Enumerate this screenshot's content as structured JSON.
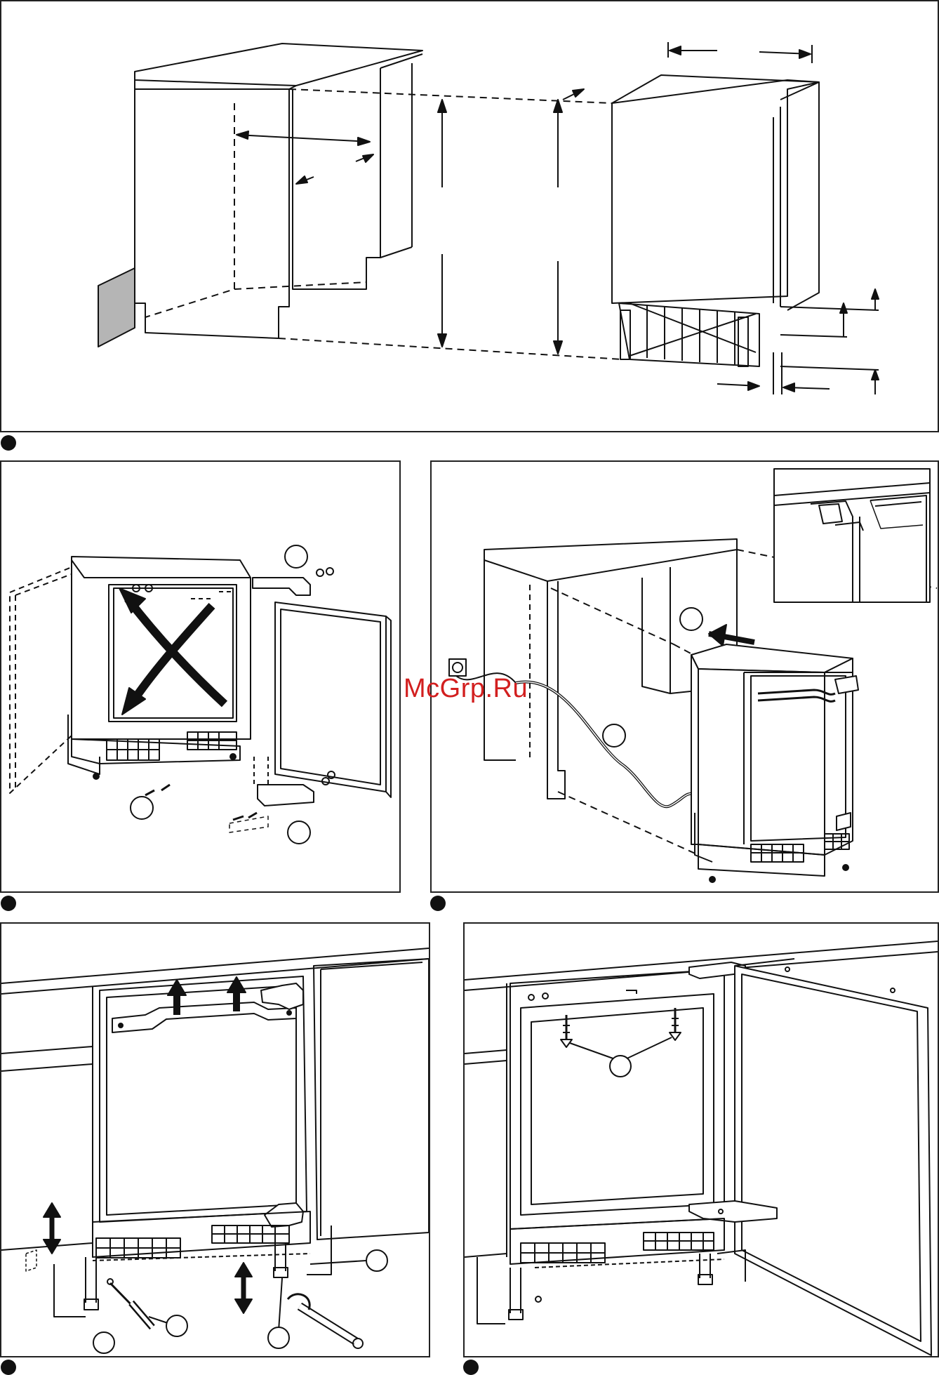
{
  "watermark": {
    "text": "McGrp.Ru",
    "color": "#d21f1f"
  },
  "steps": [
    {
      "marker": "filled-circle",
      "topic": "cabinet-and-appliance-dimensions"
    },
    {
      "marker": "filled-circle",
      "topic": "door-hinge-reversal"
    },
    {
      "marker": "filled-circle",
      "topic": "slide-into-cabinet"
    },
    {
      "marker": "filled-circle",
      "topic": "level-and-adjust-feet"
    },
    {
      "marker": "filled-circle",
      "topic": "mount-furniture-door"
    }
  ],
  "icons": [
    "arrow-icon",
    "screw-icon",
    "wrench-icon",
    "screwdriver-icon",
    "power-socket-icon",
    "hinge-icon"
  ]
}
